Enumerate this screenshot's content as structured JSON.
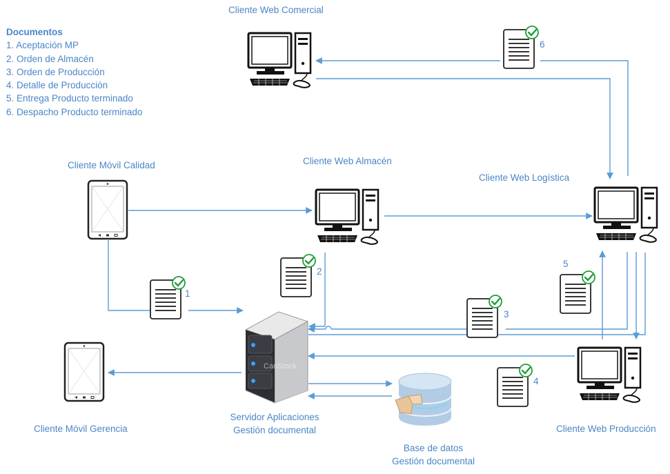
{
  "legend": {
    "title": "Documentos",
    "items": [
      "1. Aceptación MP",
      "2. Orden de Almacén",
      "3. Orden de Producción",
      "4. Detalle de Producción",
      "5. Entrega  Producto terminado",
      "6. Despacho Producto terminado"
    ]
  },
  "nodes": {
    "comercial": "Cliente Web Comercial",
    "calidad": "Cliente Móvil Calidad",
    "almacen": "Cliente Web Almacén",
    "logistica": "Cliente Web Logística",
    "gerencia": "Cliente Móvil Gerencia",
    "servidor_line1": "Servidor Aplicaciones",
    "servidor_line2": "Gestión documental",
    "bd_line1": "Base de datos",
    "bd_line2": "Gestión documental",
    "produccion": "Cliente Web Producción"
  },
  "doc_numbers": [
    "1",
    "2",
    "3",
    "4",
    "5",
    "6"
  ],
  "watermark": "CanStock",
  "colors": {
    "arrow": "#5b9bd5",
    "label": "#4a86c5",
    "check": "#1f9d3a"
  }
}
